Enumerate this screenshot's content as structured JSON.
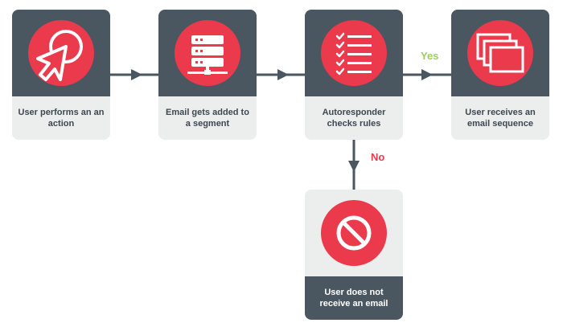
{
  "steps": [
    {
      "label": "User performs an an action",
      "icon": "cursor-click-icon"
    },
    {
      "label": "Email gets added to a segment",
      "icon": "server-icon"
    },
    {
      "label": "Autoresponder checks rules",
      "icon": "checklist-icon"
    },
    {
      "label": "User receives an email sequence",
      "icon": "stacked-windows-icon"
    },
    {
      "label": "User does not receive an email",
      "icon": "prohibited-icon"
    }
  ],
  "branches": {
    "yes": "Yes",
    "no": "No"
  },
  "colors": {
    "dark": "#4a5761",
    "accent": "#ea3a4b",
    "light": "#eceded",
    "yes": "#9ccd62",
    "no": "#ea3a4b"
  }
}
